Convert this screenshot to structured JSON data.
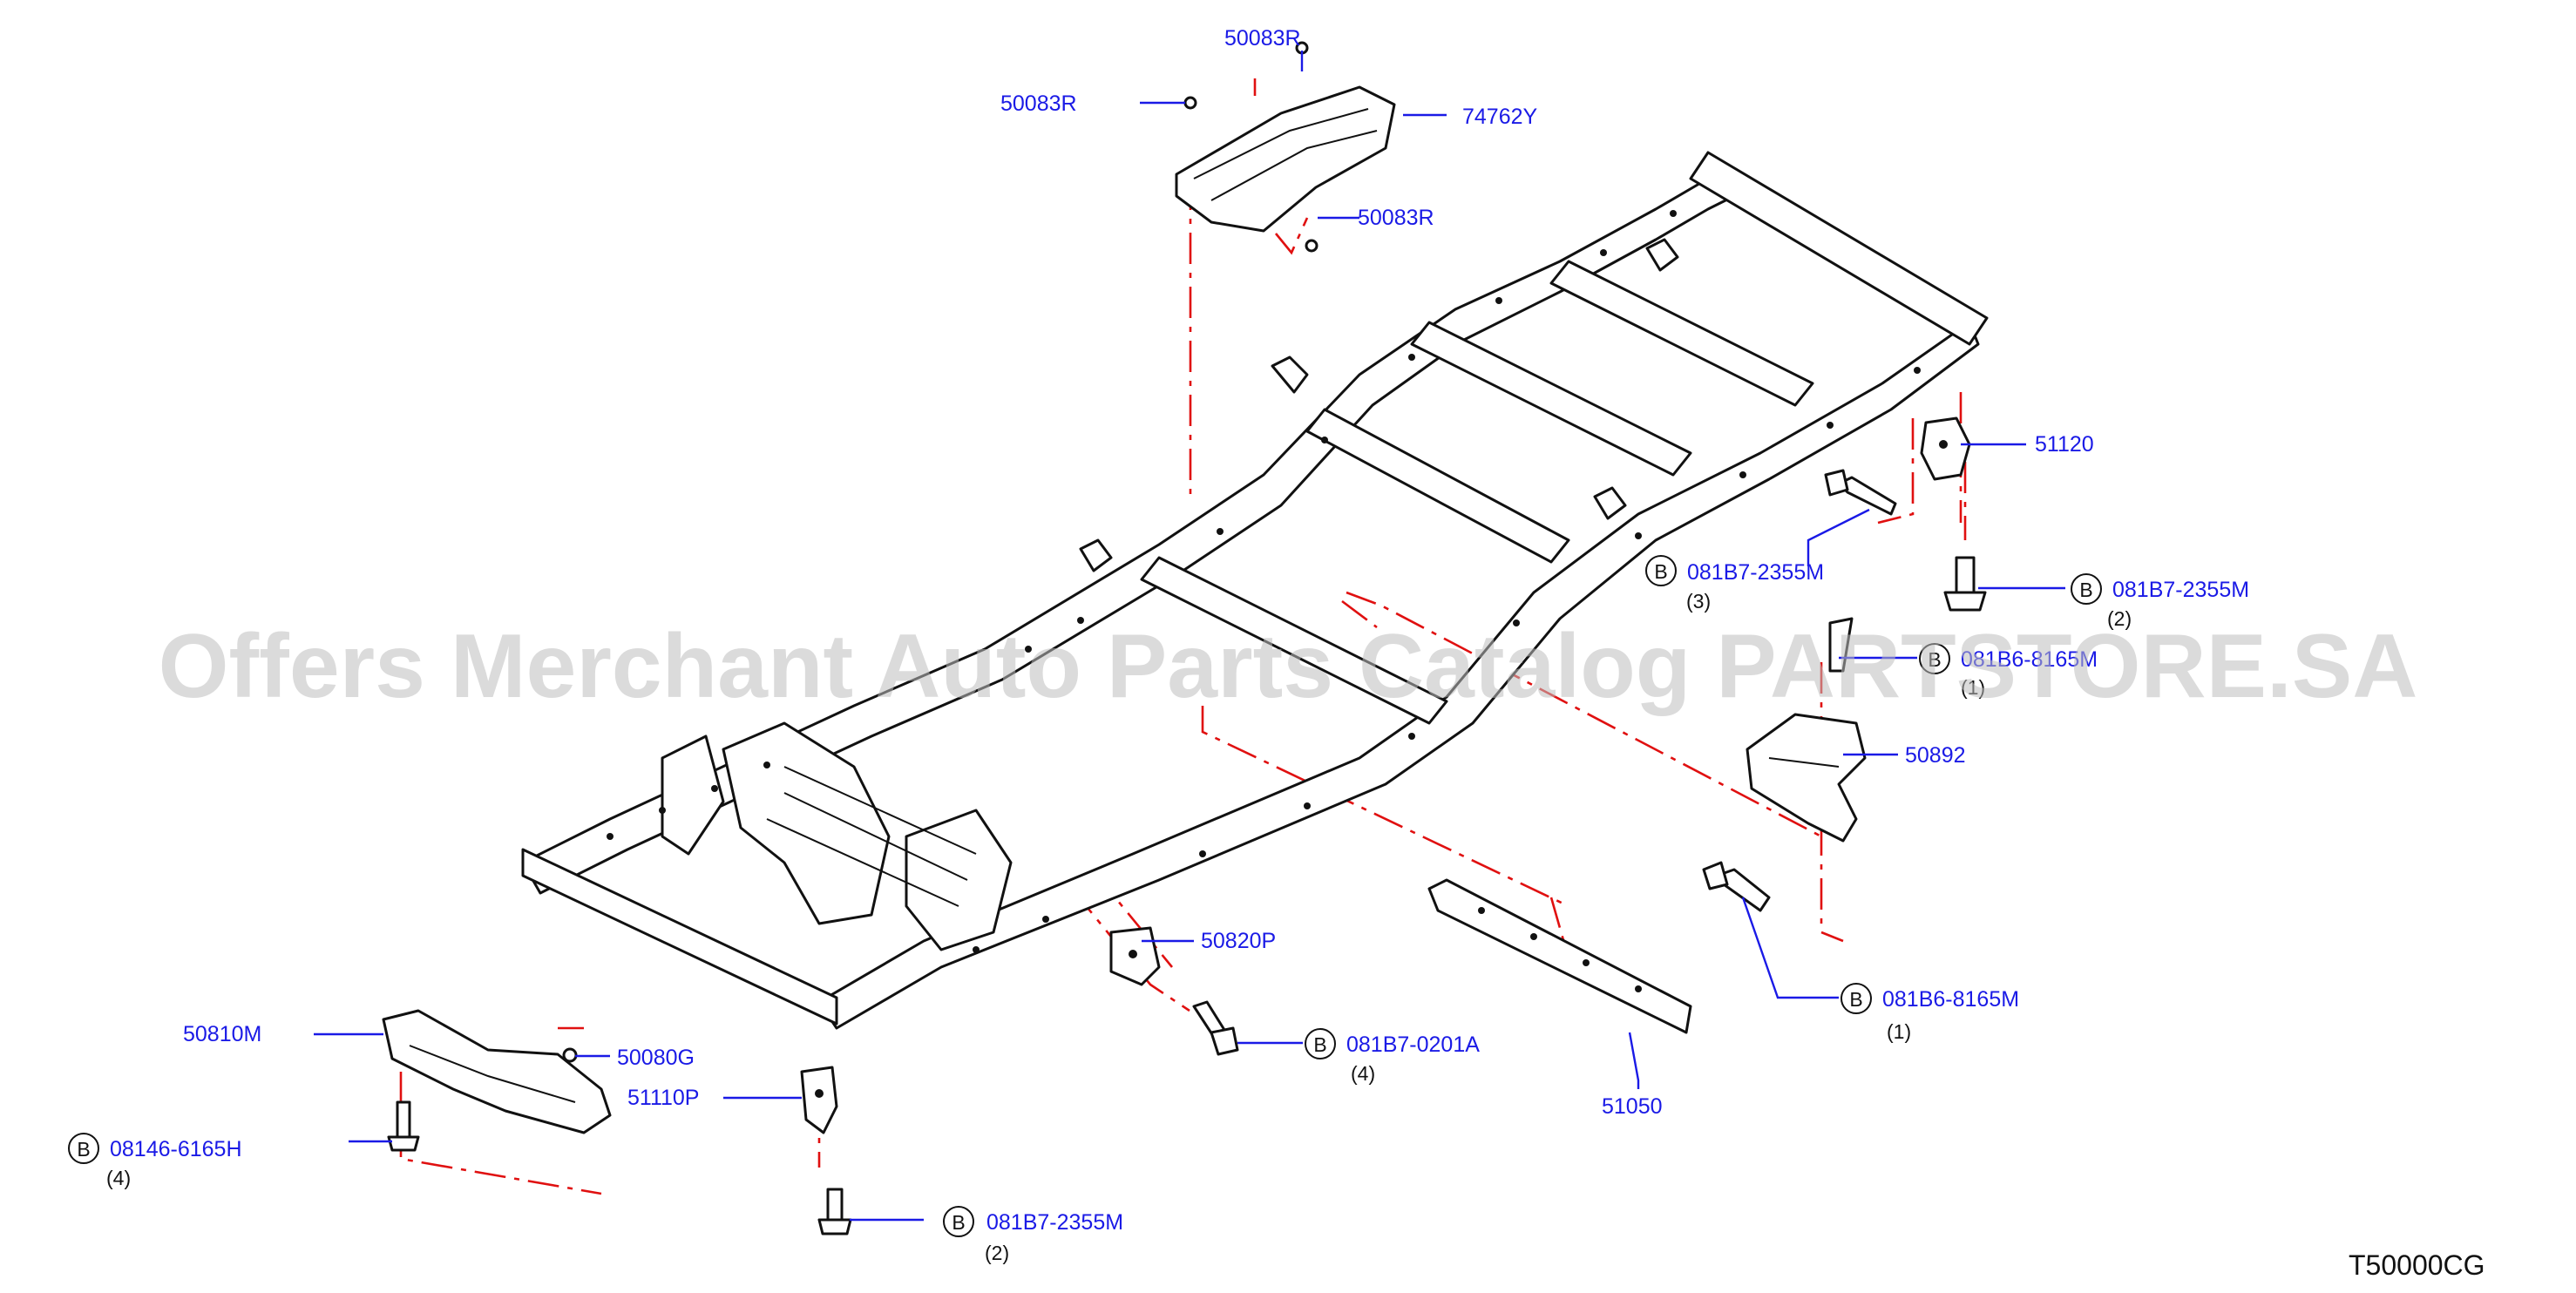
{
  "callouts": [
    {
      "id": "c1",
      "text": "50083R"
    },
    {
      "id": "c2",
      "text": "50083R"
    },
    {
      "id": "c3",
      "text": "74762Y"
    },
    {
      "id": "c4",
      "text": "50083R"
    },
    {
      "id": "c5",
      "text": "51120"
    },
    {
      "id": "c6",
      "text": "081B7-2355M",
      "letter": "B",
      "qty": "(3)"
    },
    {
      "id": "c7",
      "text": "081B7-2355M",
      "letter": "B",
      "qty": "(2)"
    },
    {
      "id": "c8",
      "text": "081B6-8165M",
      "letter": "B",
      "qty": "(1)"
    },
    {
      "id": "c9",
      "text": "50892"
    },
    {
      "id": "c10",
      "text": "081B6-8165M",
      "letter": "B",
      "qty": "(1)"
    },
    {
      "id": "c11",
      "text": "50820P"
    },
    {
      "id": "c12",
      "text": "081B7-0201A",
      "letter": "B",
      "qty": "(4)"
    },
    {
      "id": "c13",
      "text": "51050"
    },
    {
      "id": "c14",
      "text": "50810M"
    },
    {
      "id": "c15",
      "text": "50080G"
    },
    {
      "id": "c16",
      "text": "51110P"
    },
    {
      "id": "c17",
      "text": "08146-6165H",
      "letter": "B",
      "qty": "(4)"
    },
    {
      "id": "c18",
      "text": "081B7-2355M",
      "letter": "B",
      "qty": "(2)"
    }
  ],
  "watermark": "Offers Merchant Auto Parts Catalog PARTSTORE.SA",
  "diagram_code": "T50000CG",
  "colors": {
    "label": "#1a1ae6",
    "phantom_line": "#e01010",
    "outline": "#111111",
    "watermark": "#bdbdbd"
  }
}
